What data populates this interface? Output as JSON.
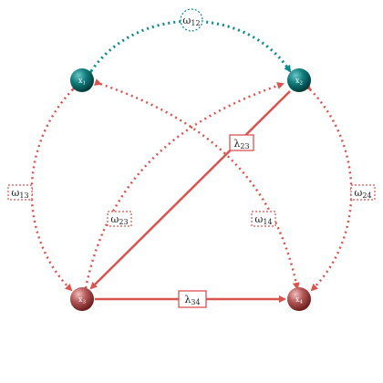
{
  "nodes": [
    {
      "id": "x1",
      "base": "x",
      "sub": "1",
      "role": "teal"
    },
    {
      "id": "x2",
      "base": "x",
      "sub": "2",
      "role": "teal"
    },
    {
      "id": "x3",
      "base": "x",
      "sub": "3",
      "role": "red"
    },
    {
      "id": "x4",
      "base": "x",
      "sub": "4",
      "role": "red"
    }
  ],
  "edges": {
    "w12": {
      "base": "ω",
      "sub": "12"
    },
    "w13": {
      "base": "ω",
      "sub": "13"
    },
    "w24": {
      "base": "ω",
      "sub": "24"
    },
    "w23": {
      "base": "ω",
      "sub": "23"
    },
    "w14": {
      "base": "ω",
      "sub": "14"
    },
    "l23": {
      "base": "λ",
      "sub": "23"
    },
    "l34": {
      "base": "λ",
      "sub": "34"
    }
  },
  "colors": {
    "teal_edge": "#0a8a8a",
    "red_edge": "#d9534f",
    "teal_node_light": "#4fb3b3",
    "teal_node_dark": "#004d4d",
    "red_node_light": "#e6a3a3",
    "red_node_dark": "#8a2e2e"
  }
}
